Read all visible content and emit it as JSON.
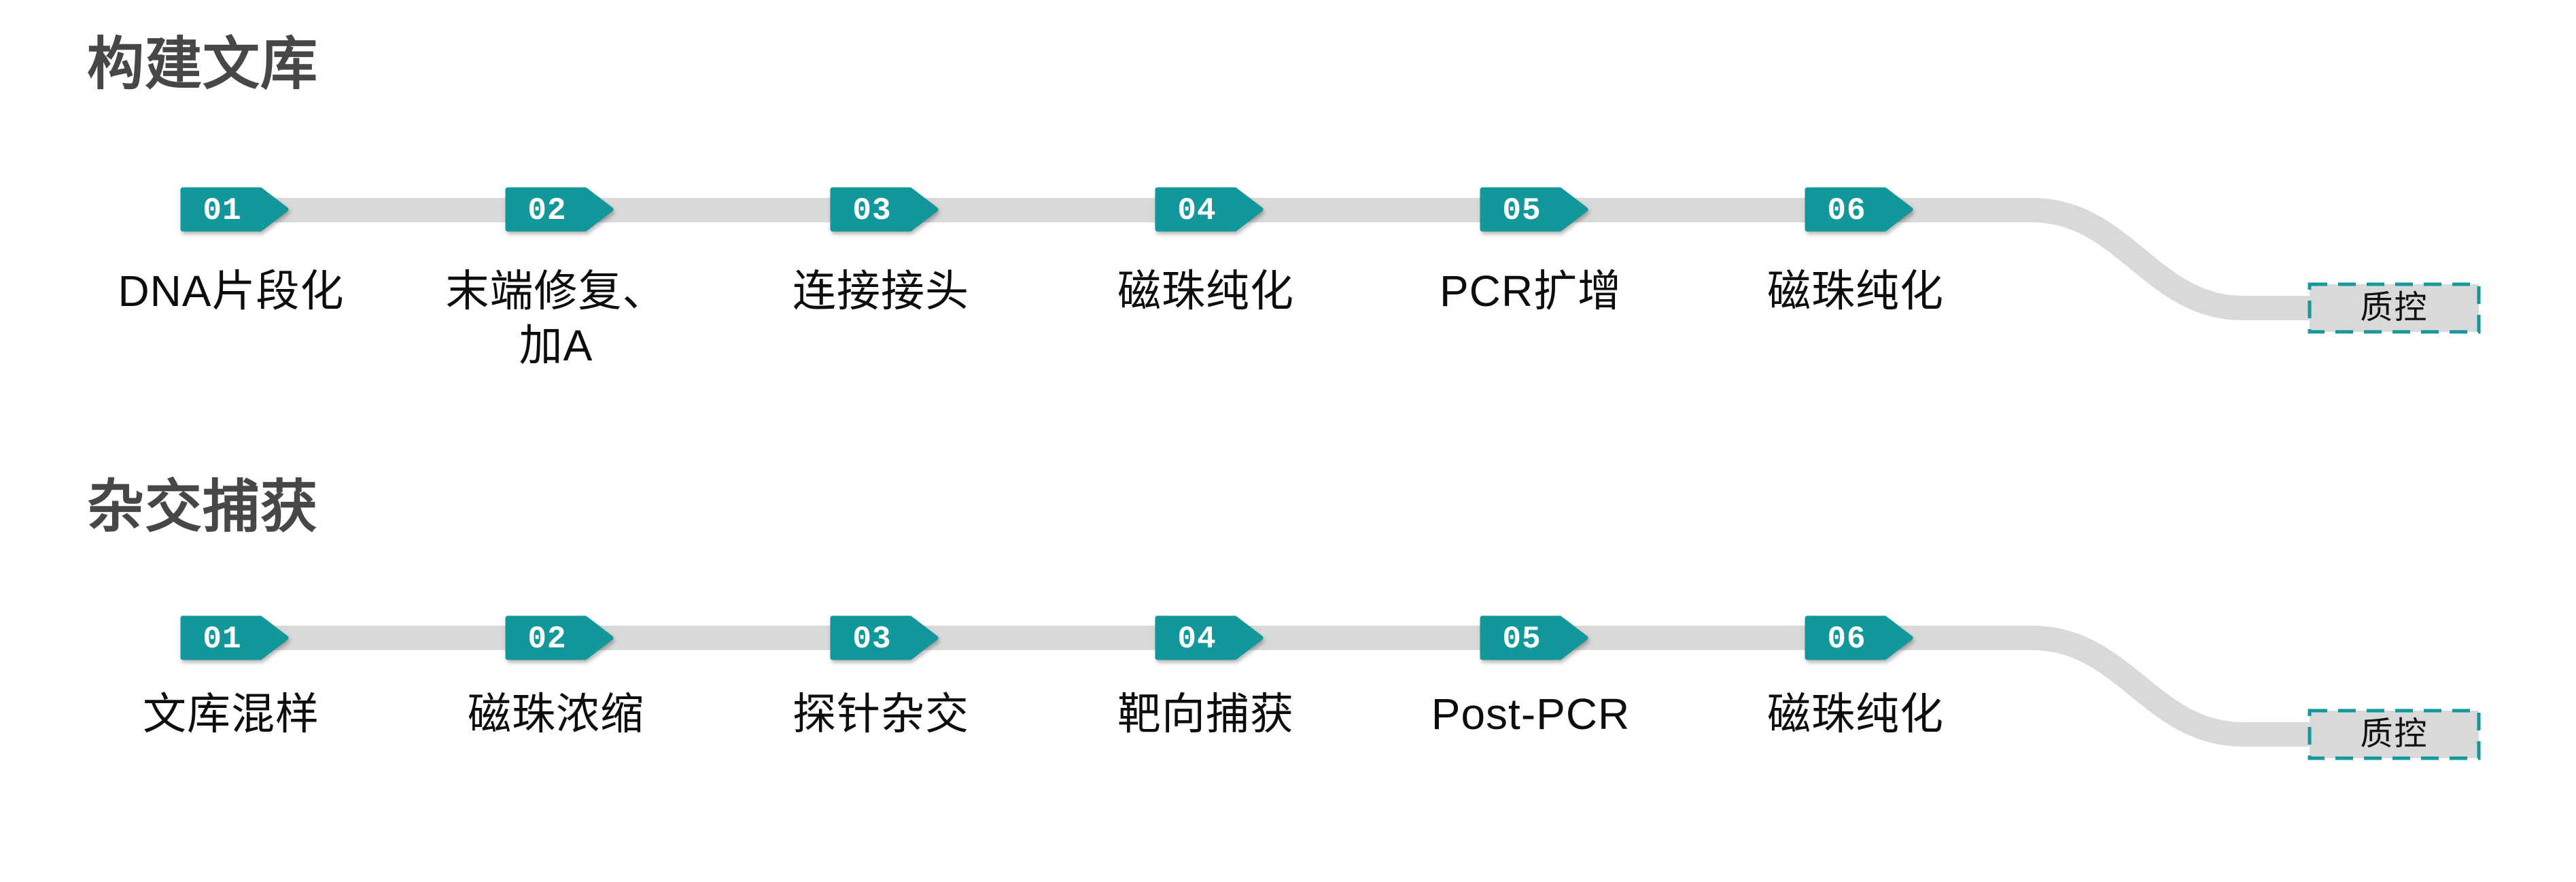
{
  "colors": {
    "teal": "#12989A",
    "flow_line_gray": "#D9D9D9",
    "qc_box_fill": "#D9D9D9",
    "qc_box_border": "#12989A",
    "section_title_gray": "#474747",
    "step_label_black": "#0D0D0D",
    "badge_number_white": "#FFFFFF",
    "background": "#FFFFFF"
  },
  "sections": [
    {
      "title": "构建文库",
      "qc_label": "质控",
      "steps": [
        {
          "num": "01",
          "label": "DNA片段化"
        },
        {
          "num": "02",
          "label": "末端修复、\n加A"
        },
        {
          "num": "03",
          "label": "连接接头"
        },
        {
          "num": "04",
          "label": "磁珠纯化"
        },
        {
          "num": "05",
          "label": "PCR扩增"
        },
        {
          "num": "06",
          "label": "磁珠纯化"
        }
      ]
    },
    {
      "title": "杂交捕获",
      "qc_label": "质控",
      "steps": [
        {
          "num": "01",
          "label": "文库混样"
        },
        {
          "num": "02",
          "label": "磁珠浓缩"
        },
        {
          "num": "03",
          "label": "探针杂交"
        },
        {
          "num": "04",
          "label": "靶向捕获"
        },
        {
          "num": "05",
          "label": "Post-PCR"
        },
        {
          "num": "06",
          "label": "磁珠纯化"
        }
      ]
    }
  ]
}
